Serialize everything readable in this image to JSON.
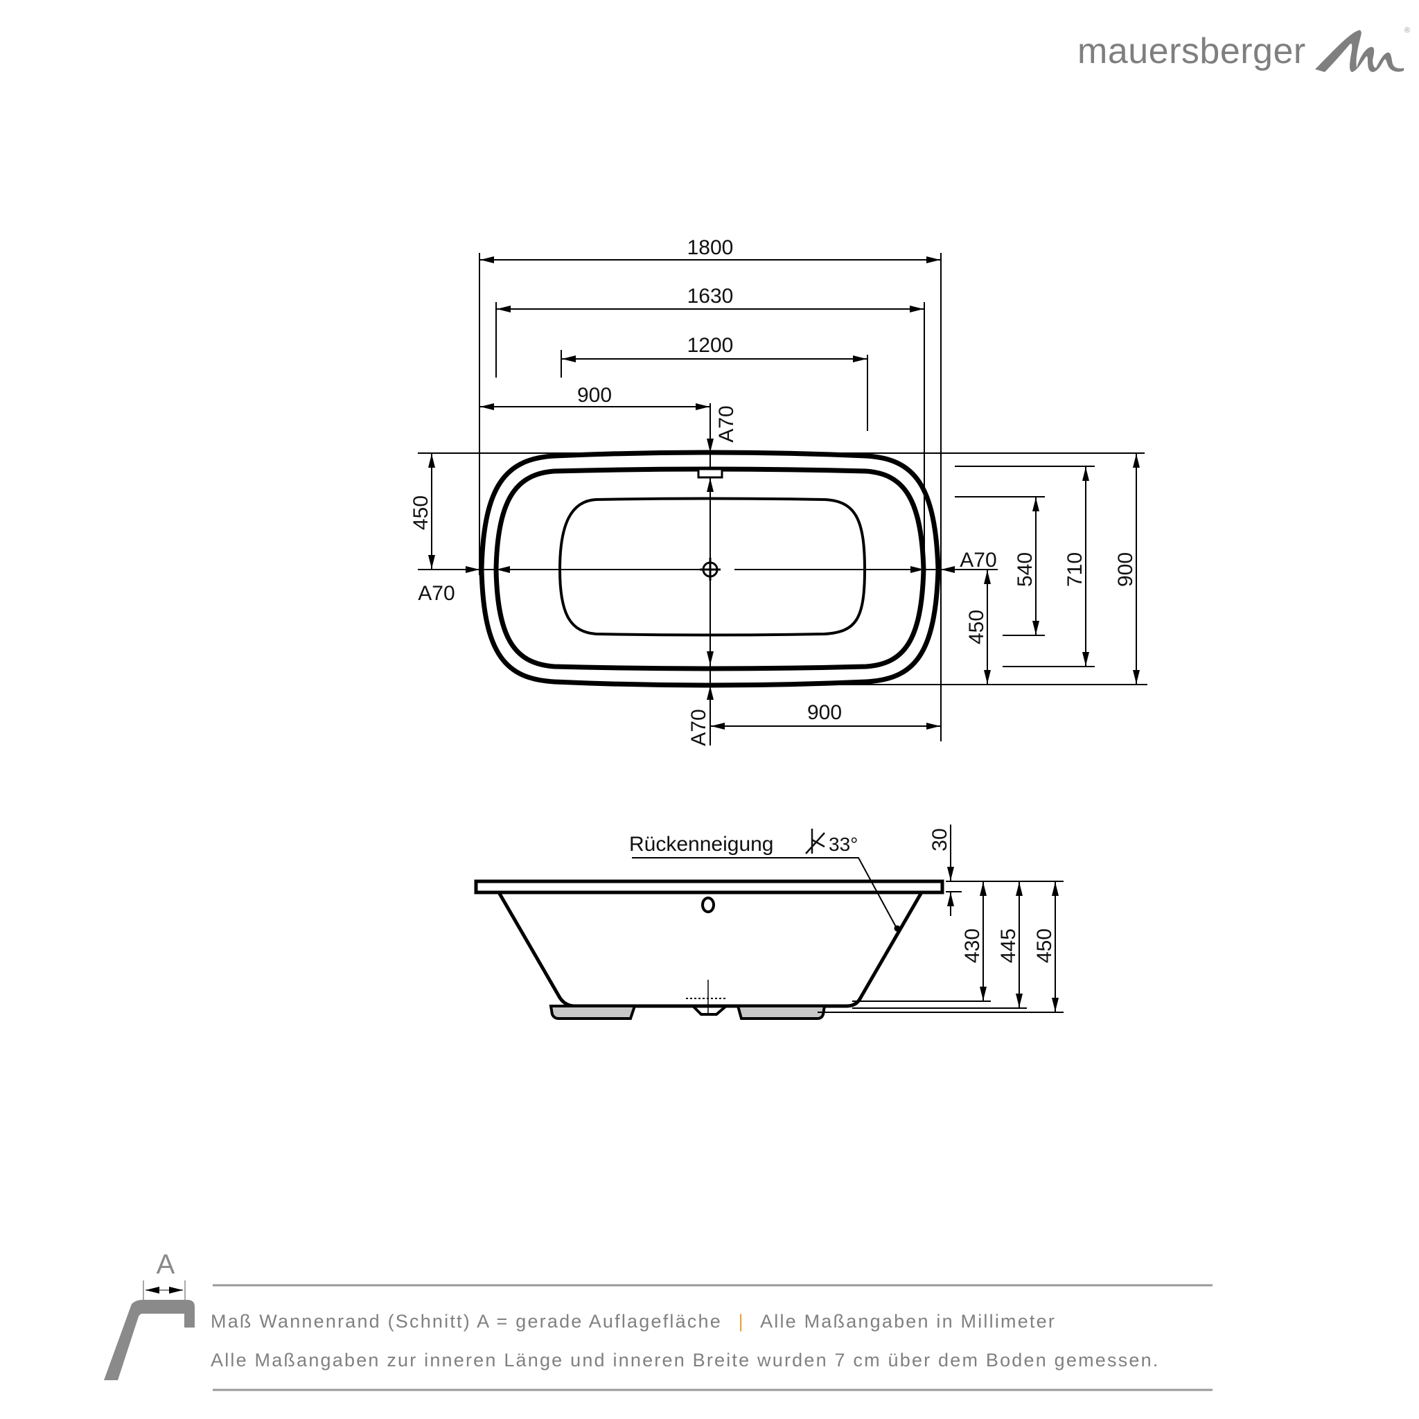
{
  "brand": {
    "name": "mauersberger",
    "registered_mark": "®",
    "color": "#7f7f7f"
  },
  "plan_view": {
    "horizontal_dimensions": [
      {
        "label": "1800",
        "meaning": "outer length"
      },
      {
        "label": "1630",
        "meaning": "rim inner length"
      },
      {
        "label": "1200",
        "meaning": "inner bottom length"
      },
      {
        "label": "900",
        "meaning": "left edge to drain center (top)"
      },
      {
        "label": "900",
        "meaning": "drain center to right edge (bottom)"
      }
    ],
    "vertical_dimensions_right": [
      {
        "label": "900",
        "meaning": "outer width"
      },
      {
        "label": "710",
        "meaning": "rim inner width"
      },
      {
        "label": "540",
        "meaning": "inner bottom width"
      },
      {
        "label": "450",
        "meaning": "bottom edge to drain center"
      }
    ],
    "vertical_dimensions_left": [
      {
        "label": "450",
        "meaning": "top edge to drain center"
      }
    ],
    "rim_labels": {
      "top": "A70",
      "bottom": "A70",
      "left": "A70",
      "right": "A70"
    }
  },
  "section_view": {
    "backrest_label": "Rückenneigung",
    "backrest_angle": "33°",
    "heights": [
      {
        "label": "30",
        "meaning": "rim thickness"
      },
      {
        "label": "430",
        "meaning": "inner depth"
      },
      {
        "label": "445",
        "meaning": "height to bottom of tub"
      },
      {
        "label": "450",
        "meaning": "total height incl. feet"
      }
    ]
  },
  "legend": {
    "rim_symbol_label": "A",
    "line1_part1": "Maß Wannenrand (Schnitt) A = gerade Auflagefläche",
    "separator": "|",
    "line1_part2": "Alle Maßangaben in Millimeter",
    "line2": "Alle Maßangaben zur inneren Länge und inneren Breite wurden 7 cm über dem Boden gemessen.",
    "text_color": "#808080",
    "separator_color": "#e8a23a"
  }
}
